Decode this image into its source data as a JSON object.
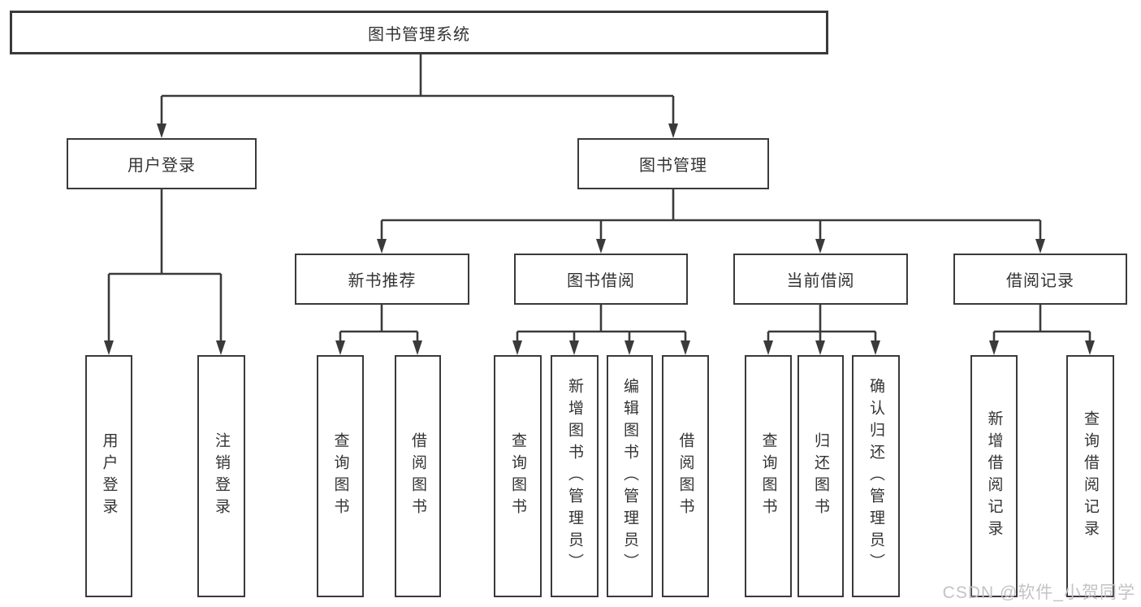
{
  "tree": {
    "root": {
      "label": "图书管理系统"
    },
    "groups": [
      {
        "label": "用户登录",
        "children": [
          {
            "label": "用户登录"
          },
          {
            "label": "注销登录"
          }
        ]
      },
      {
        "label": "图书管理",
        "subgroups": [
          {
            "label": "新书推荐",
            "children": [
              {
                "label": "查询图书"
              },
              {
                "label": "借阅图书"
              }
            ]
          },
          {
            "label": "图书借阅",
            "children": [
              {
                "label": "查询图书"
              },
              {
                "label": "新增图书（管理员）"
              },
              {
                "label": "编辑图书（管理员）"
              },
              {
                "label": "借阅图书"
              }
            ]
          },
          {
            "label": "当前借阅",
            "children": [
              {
                "label": "查询图书"
              },
              {
                "label": "归还图书"
              },
              {
                "label": "确认归还（管理员）"
              }
            ]
          },
          {
            "label": "借阅记录",
            "children": [
              {
                "label": "新增借阅记录"
              },
              {
                "label": "查询借阅记录"
              }
            ]
          }
        ]
      }
    ]
  },
  "watermark": {
    "text": "CSDN @软件_小贺同学"
  },
  "colors": {
    "line": "#3a3a3a",
    "box_background": "#ffffff",
    "text": "#333333",
    "watermark": "#c3c3c3"
  }
}
